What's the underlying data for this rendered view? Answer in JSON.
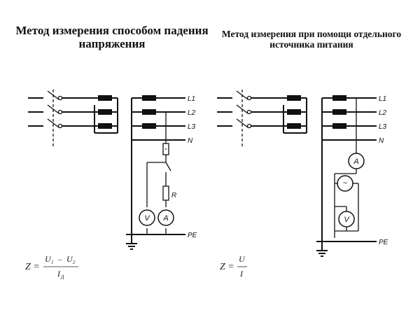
{
  "titles": {
    "left": "Метод измерения способом падения напряжения",
    "right": "Метод измерения при помощи отдельного источника питания"
  },
  "line_labels": [
    "L1",
    "L2",
    "L3",
    "N",
    "PE"
  ],
  "left_diagram": {
    "resistor_label": "R",
    "voltmeter_label": "V",
    "ammeter_label": "A"
  },
  "right_diagram": {
    "ammeter_label": "A",
    "source_label": "~",
    "voltmeter_label": "V"
  },
  "formulas": {
    "left": {
      "lhs": "Z =",
      "num_a": "U",
      "sub_a": "1",
      "minus": "–",
      "num_b": "U",
      "sub_b": "2",
      "den": "I",
      "den_sub": "Д"
    },
    "right": {
      "lhs": "Z =",
      "num": "U",
      "den": "I"
    }
  }
}
